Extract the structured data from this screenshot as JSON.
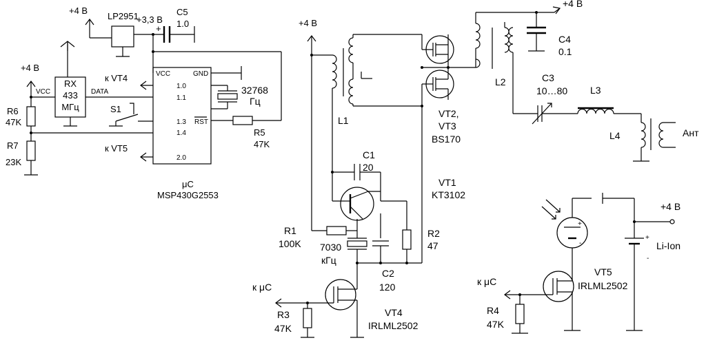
{
  "labels": {
    "vplus_top_left": "+4 В",
    "vplus_left": "+4 В",
    "lp2951": "LP2951",
    "v33": "+3,3 В",
    "c5": "C5",
    "c5_val": "1.0",
    "plus_sign": "+",
    "rx_line1": "RX",
    "rx_line2": "433",
    "rx_line3": "МГц",
    "rx_vcc": "VCC",
    "rx_data": "DATA",
    "k_vt4": "к VT4",
    "k_vt5": "к VT5",
    "s1": "S1",
    "r6": "R6",
    "r6_val": "47K",
    "r7": "R7",
    "r7_val": "23K",
    "mcu_vcc": "VCC",
    "mcu_gnd": "GND",
    "pin_10": "1.0",
    "pin_11": "1.1",
    "pin_13": "1.3",
    "pin_14": "1.4",
    "pin_20": "2.0",
    "pin_rst": "RST",
    "xtal1": "32768",
    "xtal1_unit": "Гц",
    "r5": "R5",
    "r5_val": "47K",
    "mcu": "μC",
    "mcu_name": "MSP430G2553",
    "vplus_mid": "+4 В",
    "l1": "L1",
    "c1": "C1",
    "c1_val": "20",
    "r1": "R1",
    "r1_val": "100K",
    "xtal2": "7030",
    "xtal2_unit": "кГц",
    "c2": "C2",
    "c2_val": "120",
    "r2": "R2",
    "r2_val": "47",
    "vt1": "VT1",
    "vt1_type": "KT3102",
    "vt23": "VT2,",
    "vt3": "VT3",
    "vt23_type": "BS170",
    "k_uc_1": "к μC",
    "r3": "R3",
    "r3_val": "47K",
    "vt4": "VT4",
    "vt4_type": "IRLML2502",
    "vplus_right": "+4 В",
    "c4": "C4",
    "c4_val": "0.1",
    "l2": "L2",
    "c3": "C3",
    "c3_val": "10…80",
    "l3": "L3",
    "l4": "L4",
    "ant": "Ант",
    "vplus_batt": "+4 В",
    "li_ion": "Li-Ion",
    "vt5": "VT5",
    "vt5_type": "IRLML2502",
    "k_uc_2": "к μC",
    "r4": "R4",
    "r4_val": "47K",
    "plus": "+",
    "minus": "-"
  }
}
